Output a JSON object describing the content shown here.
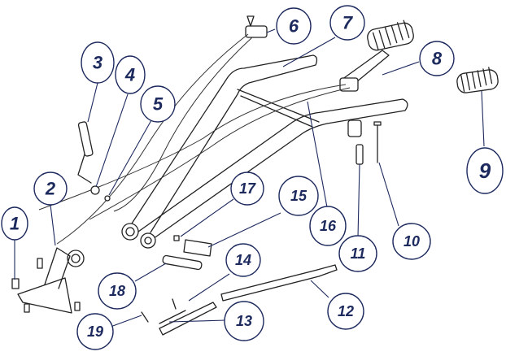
{
  "callouts": {
    "c1": "1",
    "c2": "2",
    "c3": "3",
    "c4": "4",
    "c5": "5",
    "c6": "6",
    "c7": "7",
    "c8": "8",
    "c9": "9",
    "c10": "10",
    "c11": "11",
    "c12": "12",
    "c13": "13",
    "c14": "14",
    "c15": "15",
    "c16": "16",
    "c17": "17",
    "c18": "18",
    "c19": "19"
  },
  "colors": {
    "callout_outline": "#1d2a5e",
    "line_art": "#222222"
  }
}
